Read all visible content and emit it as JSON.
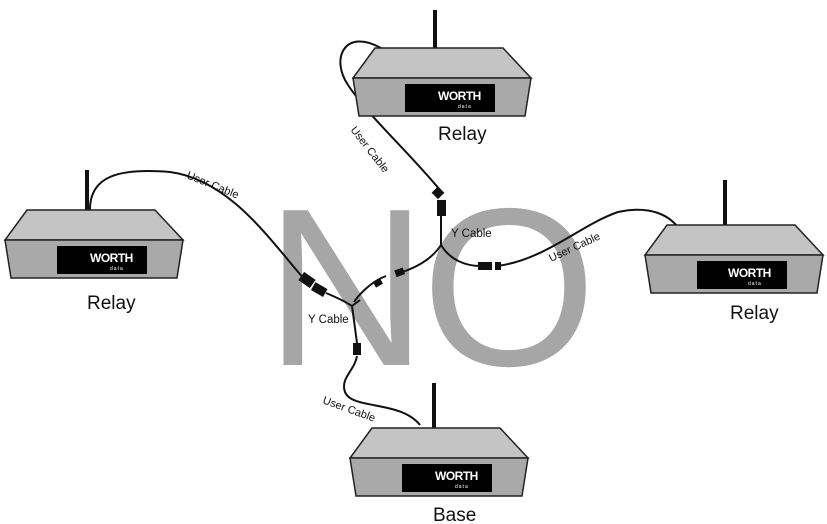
{
  "watermark": "NO",
  "devices": {
    "top": {
      "label": "Relay",
      "brand": "WORTH",
      "brand_sub": "data"
    },
    "left": {
      "label": "Relay",
      "brand": "WORTH",
      "brand_sub": "data"
    },
    "right": {
      "label": "Relay",
      "brand": "WORTH",
      "brand_sub": "data"
    },
    "bottom": {
      "label": "Base",
      "brand": "WORTH",
      "brand_sub": "data"
    }
  },
  "cables": {
    "top": "User Cable",
    "left": "User Cable",
    "right": "User Cable",
    "bottom": "User Cable"
  },
  "y_cables": {
    "upper": "Y Cable",
    "lower": "Y Cable"
  },
  "colors": {
    "device_body": "#a9a9a9",
    "device_top": "#c4c4c4",
    "panel": "#000000",
    "watermark": "#a6a6a6"
  }
}
